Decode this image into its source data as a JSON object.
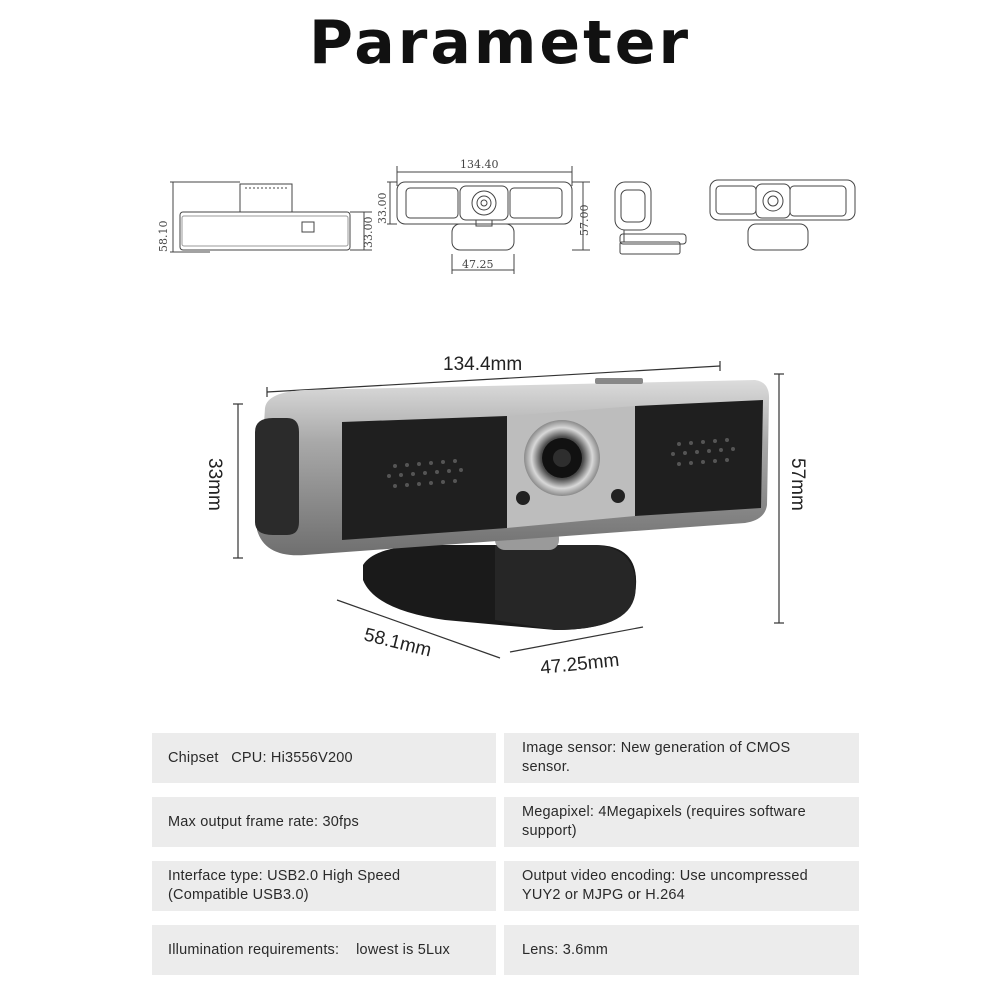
{
  "title": "Parameter",
  "schematic_labels": {
    "side_height": "58.10",
    "side_depth": "33.00",
    "front_width": "134.40",
    "front_height": "33.00",
    "front_total_height": "57.00",
    "base_width": "47.25"
  },
  "figure_labels": {
    "width": "134.4mm",
    "height_body": "33mm",
    "height_total": "57mm",
    "base_depth": "58.1mm",
    "base_width": "47.25mm"
  },
  "specs": [
    {
      "left": "Chipset   CPU: Hi3556V200",
      "right": "Image sensor: New generation of CMOS\nsensor."
    },
    {
      "left": "Max output frame rate: 30fps",
      "right": "Megapixel: 4Megapixels (requires software\nsupport)"
    },
    {
      "left": "Interface type: USB2.0 High Speed\n(Compatible USB3.0)",
      "right": "Output video encoding: Use uncompressed\nYUY2 or MJPG or H.264"
    },
    {
      "left": "Illumination requirements:    lowest is 5Lux",
      "right": "Lens: 3.6mm"
    }
  ]
}
